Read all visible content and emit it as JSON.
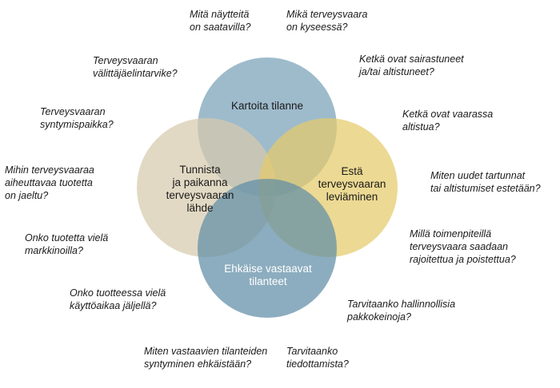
{
  "circles": [
    {
      "id": "top",
      "label": "Kartoita tilanne",
      "color": "#93b4c6"
    },
    {
      "id": "left",
      "label": "Tunnista\nja paikanna\nterveysvaaran\nlähde",
      "color": "#d7cbad"
    },
    {
      "id": "right",
      "label": "Estä\nterveysvaaran\nleviäminen",
      "color": "#e5cb69"
    },
    {
      "id": "bottom",
      "label": "Ehkäise vastaavat\ntilanteet",
      "color": "#5f8ea6"
    }
  ],
  "questions": [
    "Mitä näytteitä\non saatavilla?",
    "Mikä terveysvaara\non kyseessä?",
    "Terveysvaaran\nvälittäjäelintarvike?",
    "Ketkä ovat sairastuneet\nja/tai altistuneet?",
    "Terveysvaaran\nsyntymispaikka?",
    "Ketkä ovat vaarassa\naltistua?",
    "Mihin terveysvaaraa\naiheuttavaa tuotetta\non jaeltu?",
    "Miten uudet tartunnat\ntai altistumiset estetään?",
    "Onko tuotetta vielä\nmarkkinoilla?",
    "Millä toimenpiteillä\nterveysvaara saadaan\nrajoitettua ja poistettua?",
    "Onko tuotteessa vielä\nkäyttöaikaa jäljellä?",
    "Tarvitaanko hallinnollisia\npakkokeinoja?",
    "Miten vastaavien tilanteiden\nsyntyminen ehkäistään?",
    "Tarvitaanko\ntiedottamista?"
  ]
}
